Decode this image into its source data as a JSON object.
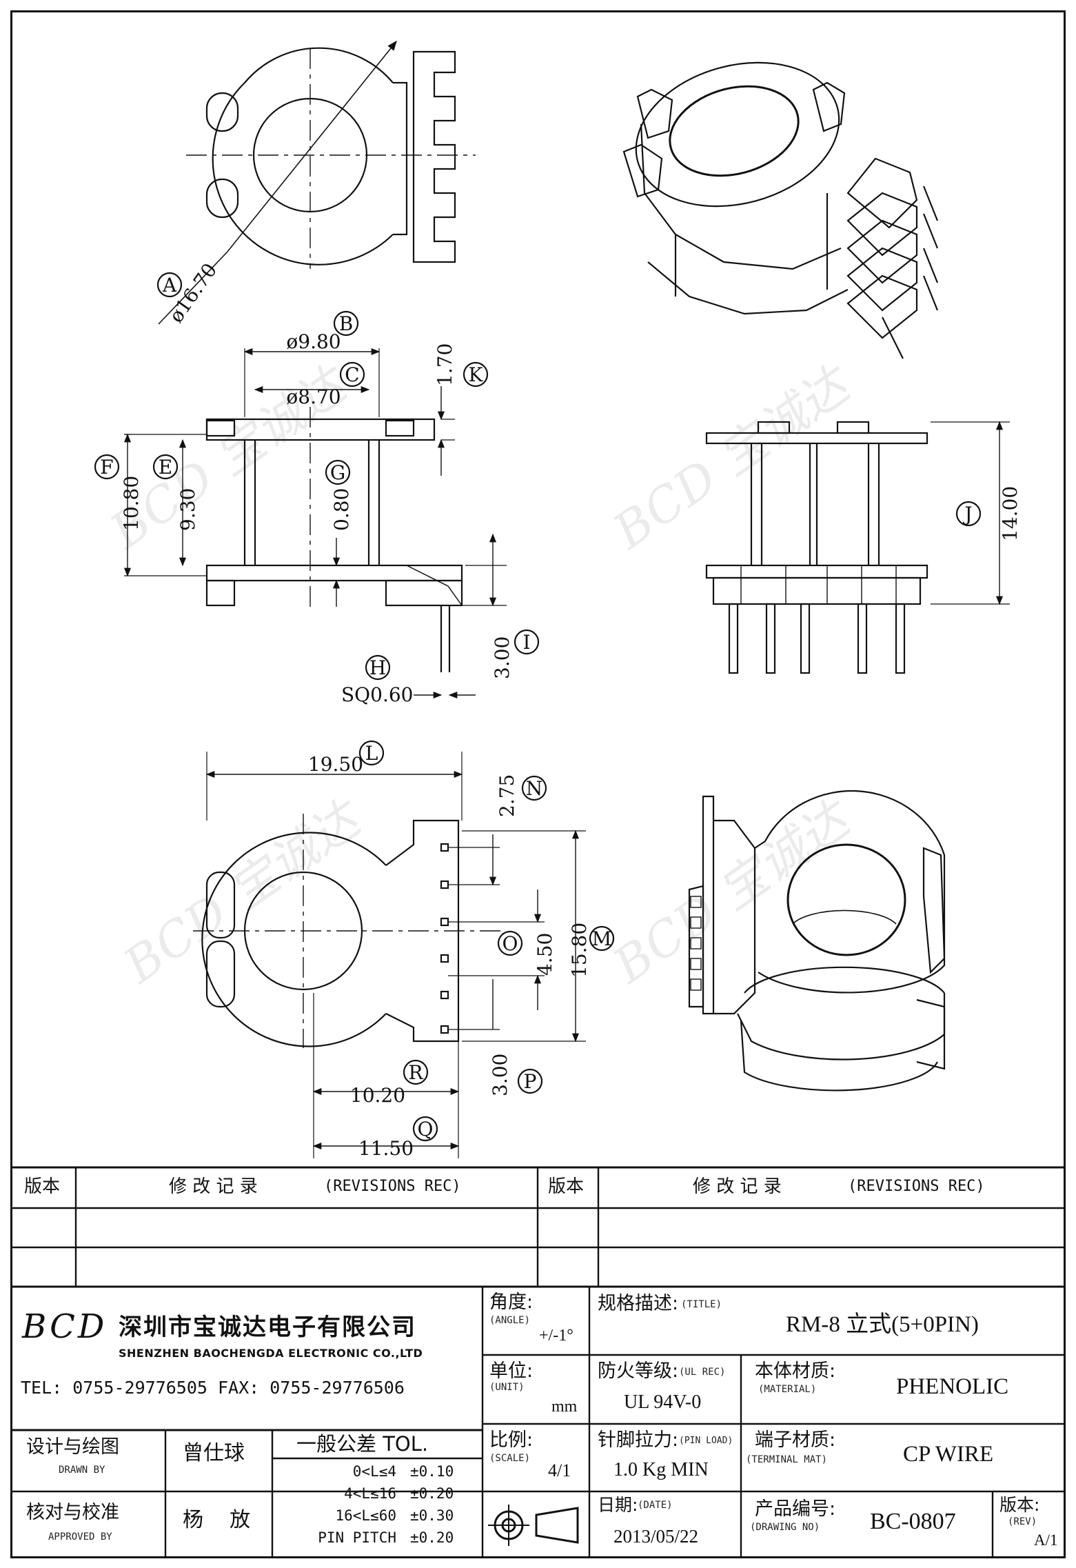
{
  "dimensions": {
    "A": "A",
    "B": "B",
    "C": "C",
    "E": "E",
    "F": "F",
    "G": "G",
    "H": "H",
    "I": "I",
    "J": "J",
    "K": "K",
    "L": "L",
    "M": "M",
    "N": "N",
    "O": "O",
    "P": "P",
    "Q": "Q",
    "R": "R",
    "A_val": "ø16.70",
    "B_val": "ø9.80",
    "C_val": "ø8.70",
    "K_val": "1.70",
    "F_val": "10.80",
    "E_val": "9.30",
    "G_val": "0.80",
    "I_val": "3.00",
    "H_val": "SQ0.60",
    "J_val": "14.00",
    "L_val": "19.50",
    "N_val": "2.75",
    "O_val": "4.50",
    "M_val": "15.80",
    "P_val": "3.00",
    "R_val": "10.20",
    "Q_val": "11.50"
  },
  "watermark": "BCD 宝诚达",
  "revisions": {
    "rev_label": "版本",
    "rec_label": "修  改  记  录",
    "rec_en": "(REVISIONS REC)"
  },
  "company": {
    "logo": "BCD",
    "name_cn": "深圳市宝诚达电子有限公司",
    "name_en": "SHENZHEN BAOCHENGDA ELECTRONIC CO.,LTD",
    "contact": "TEL: 0755-29776505   FAX: 0755-29776506"
  },
  "titleblock": {
    "angle_label": "角度:",
    "angle_sub": "(ANGLE)",
    "angle_val": "+/-1°",
    "unit_label": "单位:",
    "unit_sub": "(UNIT)",
    "unit_val": "mm",
    "scale_label": "比例:",
    "scale_sub": "(SCALE)",
    "scale_val": "4/1",
    "title_label": "规格描述:",
    "title_sub": "(TITLE)",
    "title_val": "RM-8 立式(5+0PIN)",
    "ul_label": "防火等级:",
    "ul_sub": "(UL REC)",
    "ul_val": "UL 94V-0",
    "mat_label": "本体材质:",
    "mat_sub": "(MATERIAL)",
    "mat_val": "PHENOLIC",
    "pin_label": "针脚拉力:",
    "pin_sub": "(PIN LOAD)",
    "pin_val": "1.0 Kg MIN",
    "term_label": "端子材质:",
    "term_sub": "(TERMINAL MAT)",
    "term_val": "CP WIRE",
    "date_label": "日期:",
    "date_sub": "(DATE)",
    "date_val": "2013/05/22",
    "dwg_label": "产品编号:",
    "dwg_sub": "(DRAWING NO)",
    "dwg_val": "BC-0807",
    "rev_label": "版本:",
    "rev_sub": "(REV)",
    "rev_val": "A/1",
    "drawn_label": "设计与绘图",
    "drawn_sub": "DRAWN BY",
    "drawn_val": "曾仕球",
    "appr_label": "核对与校准",
    "appr_sub": "APPROVED BY",
    "appr_val": "杨    放",
    "tol_title": "一般公差 TOL.",
    "tol_rows": [
      {
        "range": "0<L≤4",
        "tol": "±0.10"
      },
      {
        "range": "4<L≤16",
        "tol": "±0.20"
      },
      {
        "range": "16<L≤60",
        "tol": "±0.30"
      },
      {
        "range": "PIN PITCH",
        "tol": "±0.20"
      }
    ]
  },
  "colors": {
    "line": "#111111",
    "paper": "#ffffff"
  }
}
